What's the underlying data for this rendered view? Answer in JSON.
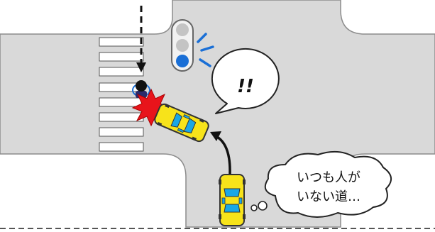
{
  "speech_bubble": {
    "text": "!!"
  },
  "thought_bubble": {
    "line1": "いつも人が",
    "line2": "いない道…"
  },
  "traffic_light": {
    "active_signal": "green"
  },
  "colors": {
    "road": "#d9d9d9",
    "sidewalk": "#ffffff",
    "car_body": "#f7e31a",
    "car_window": "#1aa7e6",
    "signal_blue": "#1a6fd6",
    "impact_red": "#e8141b"
  },
  "icons": {
    "pedestrian_path": "dashed-arrow-down-icon",
    "car_path": "curved-arrow-icon",
    "collision": "impact-burst-icon"
  }
}
